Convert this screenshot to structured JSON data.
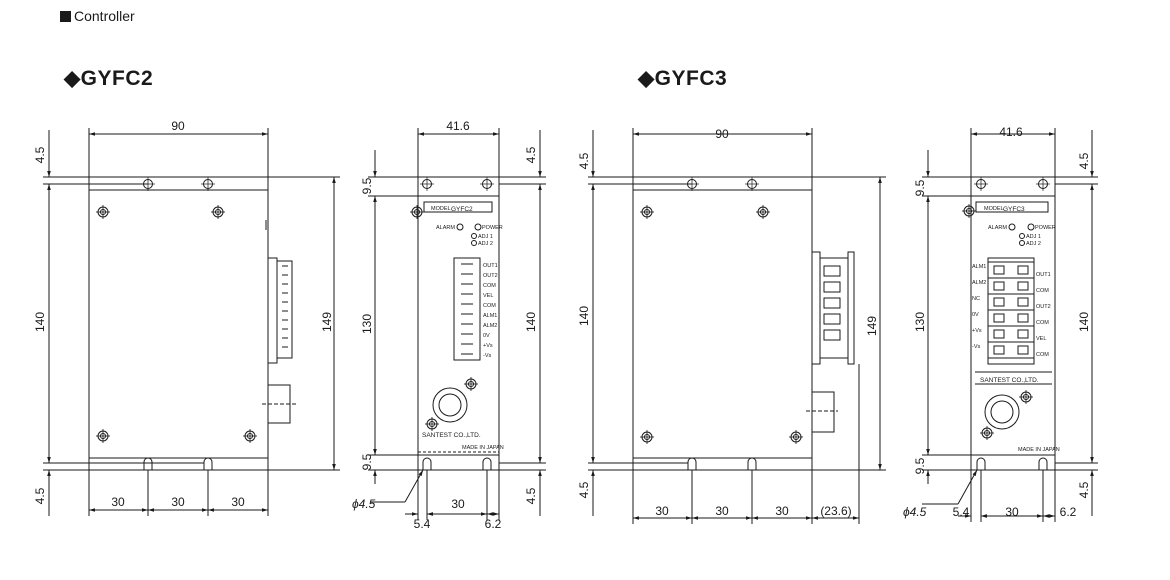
{
  "section": {
    "title": "Controller"
  },
  "models": [
    {
      "name": "GYFC2",
      "diamond": "◆"
    },
    {
      "name": "GYFC3",
      "diamond": "◆"
    }
  ],
  "gyfc2": {
    "side": {
      "width": "90",
      "height_inner": "140",
      "height_outer": "149",
      "top_offset": "4.5",
      "bottom_offset": "4.5",
      "pitch": [
        "30",
        "30",
        "30"
      ]
    },
    "front": {
      "width": "41.6",
      "height_inner": "130",
      "height_outer": "140",
      "top_offset": "9.5",
      "bottom_offset": "9.5",
      "right_top_offset": "4.5",
      "right_bottom_offset": "4.5",
      "hole_dia": "ϕ4.5",
      "hole_offset": "5.4",
      "pitch": "30",
      "right_offset": "6.2",
      "model_label": "MODEL",
      "model_text": "GYFC2",
      "alarm": "ALARM",
      "power": "POWER",
      "adj1": "ADJ 1",
      "adj2": "ADJ 2",
      "terminals": [
        "OUT1",
        "OUT2",
        "COM",
        "VEL",
        "COM",
        "ALM1",
        "ALM2",
        "0V",
        "+Vs",
        "-Vs"
      ],
      "maker": "SANTEST CO.,LTD.",
      "made_in": "MADE IN JAPAN"
    }
  },
  "gyfc3": {
    "side": {
      "width": "90",
      "height_inner": "140",
      "height_outer": "149",
      "top_offset": "4.5",
      "bottom_offset": "4.5",
      "pitch": [
        "30",
        "30",
        "30"
      ],
      "connector": "(23.6)"
    },
    "front": {
      "width": "41.6",
      "height_inner": "130",
      "height_outer": "140",
      "top_offset": "9.5",
      "bottom_offset": "9.5",
      "right_top_offset": "4.5",
      "right_bottom_offset": "4.5",
      "hole_dia": "ϕ4.5",
      "hole_offset": "5.4",
      "pitch": "30",
      "right_offset": "6.2",
      "model_label": "MODEL",
      "model_text": "GYFC3",
      "alarm": "ALARM",
      "power": "POWER",
      "adj1": "ADJ 1",
      "adj2": "ADJ 2",
      "left_terminals": [
        "ALM1",
        "ALM2",
        "NC",
        "0V",
        "+Vs",
        "-Vs"
      ],
      "right_terminals": [
        "OUT1",
        "COM",
        "OUT2",
        "COM",
        "VEL",
        "COM"
      ],
      "maker": "SANTEST CO.,LTD.",
      "made_in": "MADE IN JAPAN"
    }
  }
}
